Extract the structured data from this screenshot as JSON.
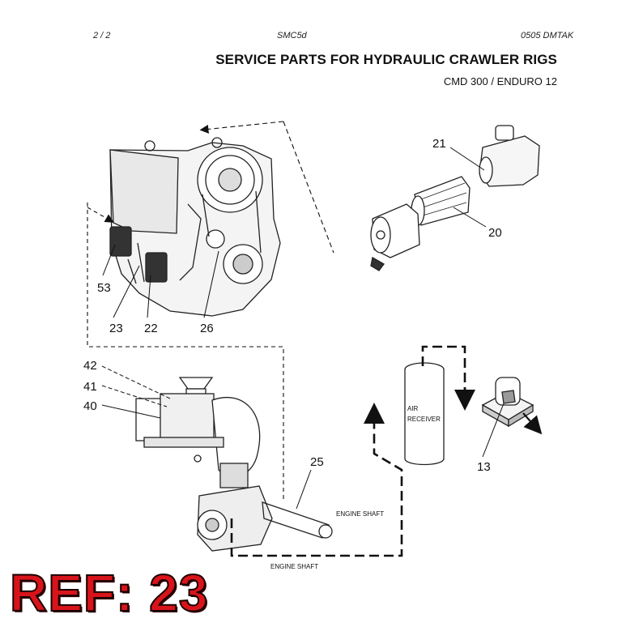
{
  "header": {
    "page": "2 /   2",
    "code": "SMC5d",
    "ref": "0505   DMTAK"
  },
  "title": "SERVICE PARTS FOR HYDRAULIC CRAWLER RIGS",
  "subtitle": "CMD 300 / ENDURO 12",
  "part_labels": {
    "p21": "21",
    "p20": "20",
    "p53": "53",
    "p23": "23",
    "p22": "22",
    "p26": "26",
    "p42": "42",
    "p41": "41",
    "p40": "40",
    "p25": "25",
    "p13": "13"
  },
  "text_labels": {
    "air": "AIR",
    "receiver": "RECEIVER",
    "engine_shaft_1": "ENGINE SHAFT",
    "engine_shaft_2": "ENGINE SHAFT"
  },
  "badge": "REF: 23"
}
